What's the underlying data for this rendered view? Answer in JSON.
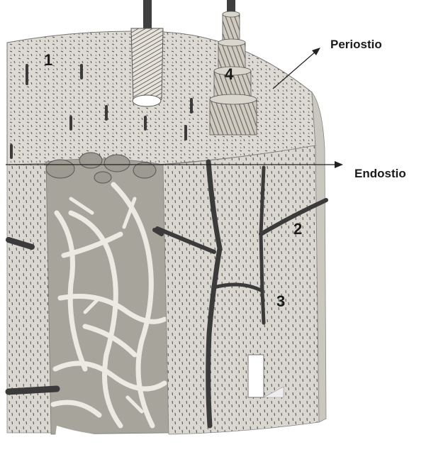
{
  "numbers": {
    "n1": "1",
    "n2": "2",
    "n3": "3",
    "n4": "4"
  },
  "terms": {
    "periosteum": "Periostio",
    "endosteum": "Endostio"
  },
  "colors": {
    "bone": "#dcdad2",
    "spongy_bg": "#a7a49b",
    "trabecula": "#ecebe3",
    "vessel": "#3b3b3b",
    "ink": "#1a1a1a"
  },
  "icons": {
    "arrow_periosteum": "arrow-up-right",
    "arrow_endosteum": "arrow-right"
  }
}
